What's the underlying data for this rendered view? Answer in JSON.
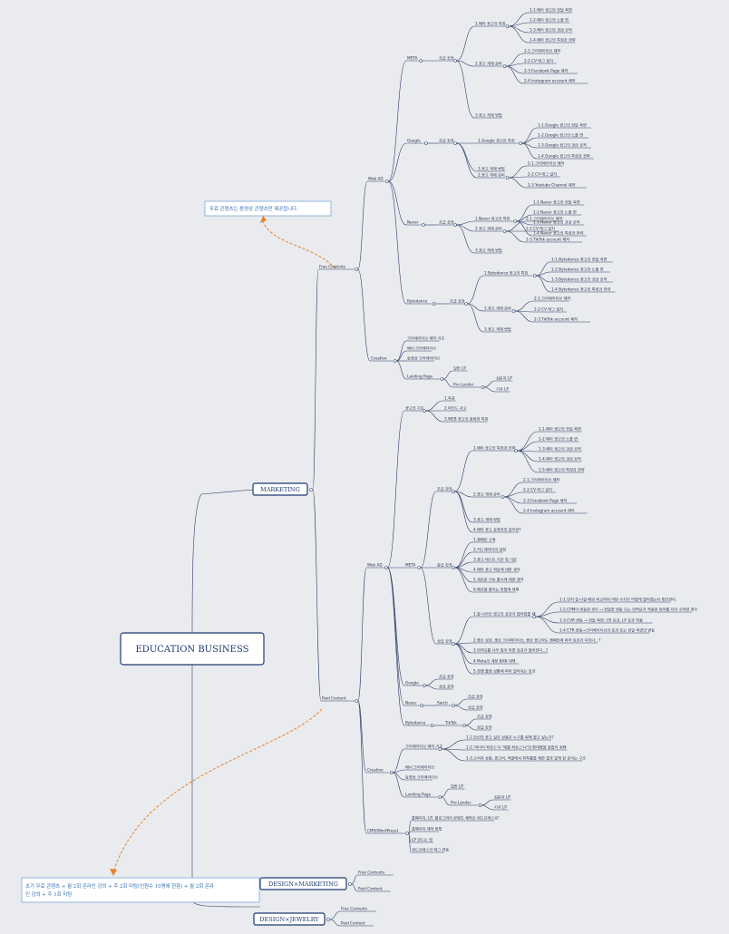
{
  "root": "EDUCATION BUSINESS",
  "notes": {
    "top": "무료 콘텐츠는 동영상 콘텐츠만 제공됩니다.",
    "bottom_line1": "초기 무료 콘텐츠 + 월 2회 온라인 강의 + 주 2회 미팅(인원수 10명에 한함) + 월 2회 온라",
    "bottom_line2": "인 강의 + 주 1회 미팅"
  },
  "marketing": {
    "label": "MARKETING",
    "free": {
      "label": "Free Contents",
      "webad": {
        "label": "Web AD",
        "meta": {
          "label": "META",
          "level": "초급 강좌",
          "s1": "1.메타 광고의 특징",
          "s1items": [
            "1-1.메타 광고의 전달 측면",
            "1-2.메타 광고의 노출 면",
            "1-3.메타 광고의 과금 로직",
            "1-4.메타 광고의 특징과 전략"
          ],
          "s2": "2.광고 게재 준비",
          "s2items": [
            "2-1.크리에이티브 제작",
            "2-2.CV 태그 설치",
            "2-3.Facebook Page 제작",
            "2-4.Instagram account 제작"
          ],
          "s3": "3.광고 게재 방법"
        },
        "google": {
          "label": "Google",
          "level": "초급 강좌",
          "s1": "1.Google 광고의 특징",
          "s1items": [
            "1-1.Google 광고의 전달 측면",
            "1-2.Google 광고의 노출 면",
            "1-3.Google 광고의 과금 로직",
            "1-4.Google 광고의 특징과 전략"
          ],
          "s2": "2.광고 게재 준비",
          "s2items": [
            "2-1.크리에이티브 제작",
            "2-2.CV 태그 설치",
            "2-3.Youtube Channel 제작"
          ],
          "s3": "3.광고 게재 방법"
        },
        "naver": {
          "label": "Naver",
          "level": "초급 강좌",
          "s1": "1.Naver 광고의 특징",
          "s1items": [
            "1-1.Naver 광고의 전달 측면",
            "1-2.Naver 광고의 노출 면",
            "1-3.Naver 광고의 과금 로직",
            "1-4.Naver 광고의 특징과 전략"
          ],
          "s2": "2.광고 게재 준비",
          "s2items": [
            "2-1.크리에이티브 제작",
            "2-2.CV 태그 설치",
            "2-3.TikTok account 제작"
          ],
          "s3": "3.광고 게재 방법"
        },
        "bytedance": {
          "label": "Bytedance",
          "level": "초급 강좌",
          "s1": "1.Bytedance 광고의 특징",
          "s1items": [
            "1-1.Bytedance 광고의 전달 측면",
            "1-2.Bytedance 광고의 노출 면",
            "1-3.Bytedance 광고의 과금 로직",
            "1-4.Bytedance 광고의 특징과 전략"
          ],
          "s2": "2.광고 게재 준비",
          "s2items": [
            "2-1.크리에이티브 제작",
            "2-2.CV 태그 설치",
            "2-3.TikTok account 제작"
          ],
          "s3": "3.광고 게재 방법"
        }
      },
      "creative": {
        "label": "Creative",
        "items": [
          "크리에이티브 제작 기초",
          "배너 크리에이티브",
          "동영상 크리에이티브"
        ],
        "landing": "Landing Page",
        "lp_general": "일반 LP",
        "pro_lander": "Pro Lander",
        "pro_items": [
          "심문지 LP",
          "기사 LP"
        ]
      }
    },
    "paid": {
      "label": "Paid Content",
      "webad": {
        "label": "Web AD",
        "basics": {
          "label": "광고의 기초",
          "items": [
            "1.목표",
            "2.마인드 사고",
            "3.WEB 광고의 종류와 특징"
          ]
        },
        "meta": {
          "label": "META",
          "beginner": {
            "label": "초급 강좌",
            "s1": "1.메타 광고의 특징과 전략",
            "s1items": [
              "1-1.메타 광고의 전달 측면",
              "1-2.메타 광고의 노출 면",
              "1-3.메타 광고의 과금 로직",
              "1-4.메타 광고의 과금 로직",
              "1-5.메타 광고의 특징과 전략"
            ],
            "s2": "2.광고 게재 준비",
            "s2items": [
              "2-1.크리에이티브 제작",
              "2-2.CV 태그 설치",
              "2-3.Facebook Page 제작",
              "2-4.Instagram account 제작"
            ],
            "s3": "3.광고 게재 방법",
            "s4": "4.메타 광고 운영자의 업무란?"
          },
          "intermediate": {
            "label": "중급 강좌",
            "items": [
              "1.캠페인 구축",
              "2.커드레이터의 설정",
              "3.광고 테스트 기간 및 기준",
              "4.메타 광고 학습에 대한 생각",
              "5.새로운 기능 출시에 대한 생각",
              "6.예산을 올리는 방법에 대해"
            ]
          },
          "advanced": {
            "label": "상급 강좌",
            "s1": "1.잘 나가던 광고의 효과가 떨어졌을 때",
            "s1items": [
              "1-1.언저 잘 나갈 때와 비교하여 어떤 수치가 어떻게 떨어졌는지 확인한다.",
              "1-2.CPM이 변동한 경우 → 전달한 변동 또는 외적요가 적용된 외부를 더더 수락한 경우",
              "1-3.CVR 변동 → 전달 측면, CR 효과, LP 효과 착용",
              "1-4.CTR 변동→크리에이티브의 효과 또는 전달 측면의 변동"
            ],
            "s2": "2.좋은 성과, 좋은 크리에이티브, 좋은 광고라도 캠페인에 따라 효과가 다르다...?",
            "s3": "3.외적요를 너무 많이 하면 효과가 떨어진다...?",
            "s4": "4.Meta의 계정 BAN 대책",
            "s5": "5.경쟁 출점 상황에 따라 달라지는 효과"
          }
        },
        "google": {
          "label": "Google",
          "items": [
            "초급 강좌",
            "상급 강좌"
          ]
        },
        "naver": {
          "label": "Naver",
          "search": "Sarch",
          "items": [
            "초급 강좌",
            "상급 강좌"
          ]
        },
        "bytedance": {
          "label": "Bytedance",
          "tiktok": "TikTok",
          "items": [
            "초급 강좌",
            "상급 강좌"
          ]
        }
      },
      "creative": {
        "label": "Creative",
        "basics": "크리에이티브 제작 기초",
        "basics_items": [
          "1-1.당신의 광고 실은 상품은 누구를 위해 팔고 싶는가?",
          "1-2.'머디어 퍼포스'나 '메를 퍼포스'나'의 확대형을 못합이 위해",
          "1-3.소비자 상품, 광고비, 색깔에서 취특률을 계한 결과 알게 된 웃이는 구조"
        ],
        "banner": "배너 크리에이티브",
        "video": "동영상 크리에이티브",
        "landing": "Landing Page",
        "lp_general": "일반 LP",
        "pro_lander": "Pro Lander",
        "pro_items": [
          "심문지 LP",
          "기사 LP"
        ]
      },
      "cms": {
        "label": "CMS(WordPress)",
        "items": [
          "홈페이지, LP, 블로그까지 콘텐츠 제작은 워드프레스로!",
          "홈페이지 제작 방법",
          "LP 만드는 법",
          "워드프레스의 태그 연동"
        ]
      }
    }
  },
  "design_marketing": {
    "label": "DESIGN×MARKETING",
    "items": [
      "Free Contents",
      "Paid Content"
    ]
  },
  "design_jewelry": {
    "label": "DESIGN×JEWELRY",
    "items": [
      "Free Contents",
      "Paid Content"
    ]
  }
}
